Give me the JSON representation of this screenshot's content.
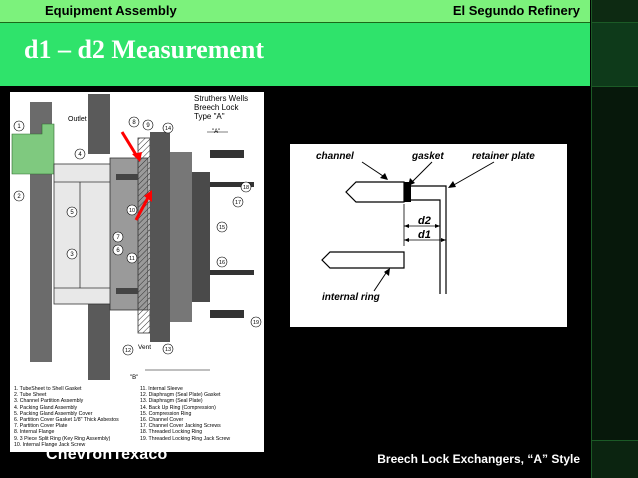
{
  "header": {
    "left": "Equipment Assembly",
    "right": "El Segundo Refinery"
  },
  "title": "d1 – d2 Measurement",
  "left_diagram": {
    "heading_lines": [
      "Struthers Wells",
      "Breech Lock",
      "Type \"A\""
    ],
    "labels": {
      "outlet": "Outlet",
      "vent": "Vent",
      "a": "\"A\"",
      "b": "\"B\""
    },
    "numbers": [
      "1",
      "2",
      "3",
      "4",
      "5",
      "6",
      "7",
      "8",
      "9",
      "10",
      "11",
      "12",
      "13",
      "14",
      "15",
      "16",
      "17",
      "18",
      "19"
    ],
    "legend_col1": [
      "1. TubeSheet to Shell Gasket",
      "2. Tube Sheet",
      "3. Channel Partition Assembly",
      "4. Packing Gland Assembly",
      "5. Packing Gland Assembly Cover",
      "6. Partition Cover Gasket 1/8\" Thick Asbestos",
      "7. Partition Cover Plate",
      "8. Internal Flange",
      "9. 3 Piece Split Ring (Key Ring Assembly)",
      "10. Internal Flange Jack Screw"
    ],
    "legend_col2": [
      "11. Internal Sleeve",
      "12. Diaphragm (Seal Plate) Gasket",
      "13. Diaphragm (Seal Plate)",
      "14. Back Up Ring (Compression)",
      "15. Compression Ring",
      "16. Channel Cover",
      "17. Channel Cover Jacking Screws",
      "18. Threaded Locking Ring",
      "19. Threaded Locking Ring Jack Screw"
    ]
  },
  "right_diagram": {
    "channel": "channel",
    "gasket": "gasket",
    "retainer_plate": "retainer plate",
    "d2": "d2",
    "d1": "d1",
    "internal_ring": "internal ring"
  },
  "footer": {
    "logo": "ChevronTexaco",
    "caption": "Breech Lock Exchangers, “A” Style"
  },
  "colors": {
    "header_bar": "#7CF27C",
    "title_bar": "#2FE36B",
    "background": "#000000",
    "arrow_red": "#ff0000",
    "shell_green": "#7fc97f"
  }
}
